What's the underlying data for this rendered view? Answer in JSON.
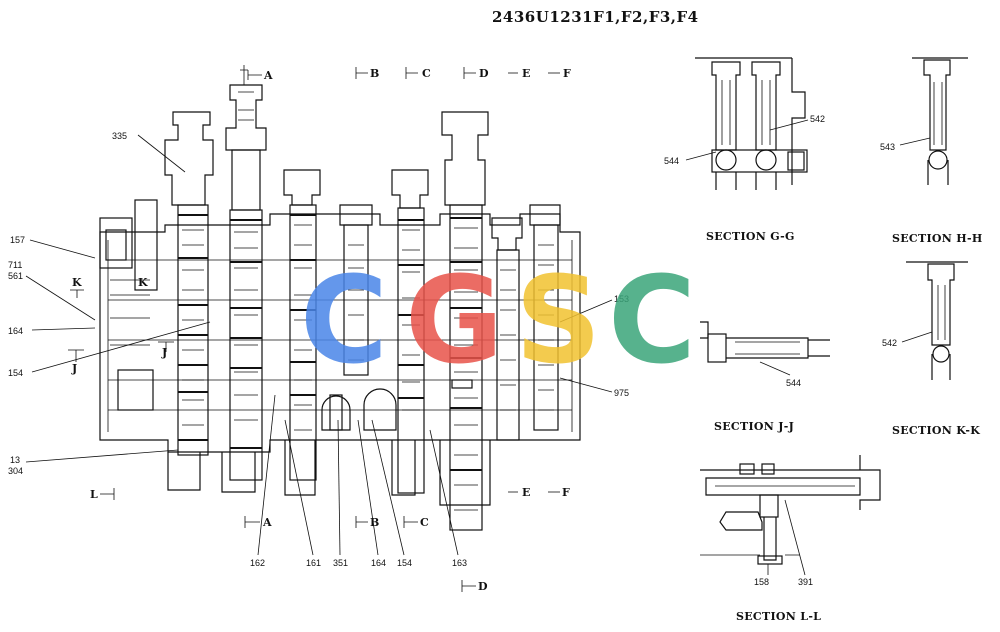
{
  "drawing_title": "2436U1231F1,F2,F3,F4",
  "sections": {
    "gg": "SECTION G-G",
    "hh": "SECTION H-H",
    "jj": "SECTION J-J",
    "kk": "SECTION K-K",
    "ll": "SECTION L-L"
  },
  "cut_markers": {
    "a_top": "A",
    "b_top": "B",
    "c_top": "C",
    "d_top": "D",
    "e_top": "E",
    "f_top": "F",
    "a_bot": "A",
    "b_bot": "B",
    "c_bot": "C",
    "d_bot": "D",
    "e_bot": "E",
    "f_bot": "F",
    "k": "K",
    "j": "J",
    "l": "L"
  },
  "part_labels": {
    "p335": "335",
    "p157": "157",
    "p711": "711",
    "p561": "561",
    "p164_left": "164",
    "p154_left": "154",
    "p13": "13",
    "p304": "304",
    "p153": "153",
    "p975": "975",
    "p162": "162",
    "p161": "161",
    "p351": "351",
    "p164_bot": "164",
    "p154_bot": "154",
    "p163": "163",
    "p544_gg": "544",
    "p542_gg": "542",
    "p543": "543",
    "p542_kk": "542",
    "p544_jj": "544",
    "p158": "158",
    "p391": "391"
  },
  "watermark": {
    "letters": [
      "C",
      "G",
      "S",
      "C"
    ],
    "colors": [
      "#4a86e8",
      "#e8534a",
      "#f2c230",
      "#3aa57a"
    ]
  }
}
